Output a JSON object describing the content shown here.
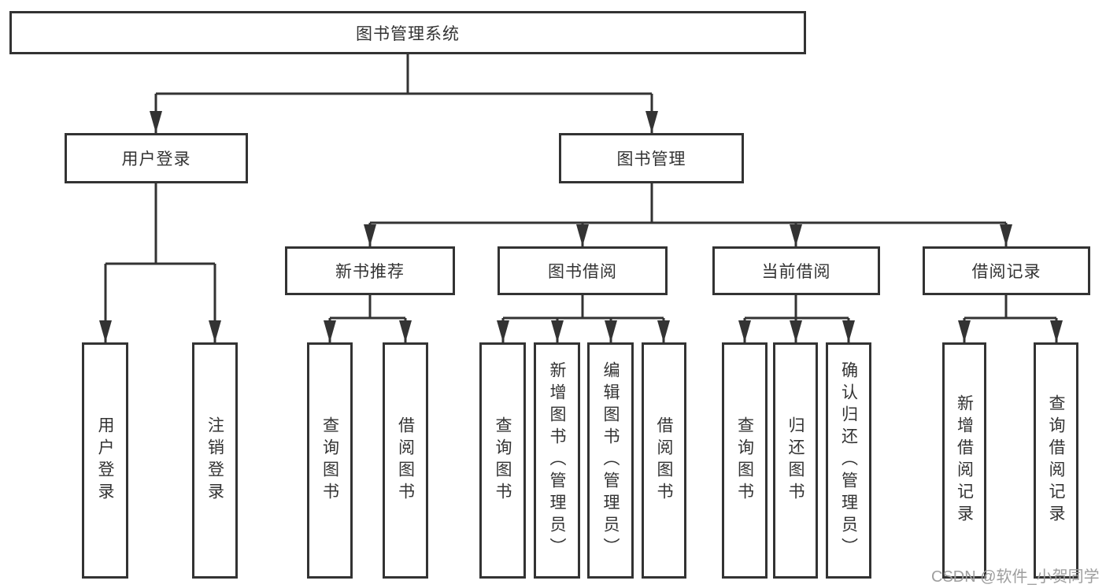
{
  "diagram": {
    "type": "hierarchy-tree",
    "line_color": "#333333",
    "box_border_color": "#333333",
    "box_fill": "#ffffff",
    "text_color": "#333333",
    "tree": {
      "label": "图书管理系统",
      "children": [
        {
          "label": "用户登录",
          "children": [
            {
              "label": "用户登录"
            },
            {
              "label": "注销登录"
            }
          ]
        },
        {
          "label": "图书管理",
          "children": [
            {
              "label": "新书推荐",
              "children": [
                {
                  "label": "查询图书"
                },
                {
                  "label": "借阅图书"
                }
              ]
            },
            {
              "label": "图书借阅",
              "children": [
                {
                  "label": "查询图书"
                },
                {
                  "label": "新增图书（管理员）"
                },
                {
                  "label": "编辑图书（管理员）"
                },
                {
                  "label": "借阅图书"
                }
              ]
            },
            {
              "label": "当前借阅",
              "children": [
                {
                  "label": "查询图书"
                },
                {
                  "label": "归还图书"
                },
                {
                  "label": "确认归还（管理员）"
                }
              ]
            },
            {
              "label": "借阅记录",
              "children": [
                {
                  "label": "新增借阅记录"
                },
                {
                  "label": "查询借阅记录"
                }
              ]
            }
          ]
        }
      ]
    }
  },
  "watermark": {
    "text": "CSDN @软件_小贺同学",
    "color": "#9e9e9e"
  }
}
